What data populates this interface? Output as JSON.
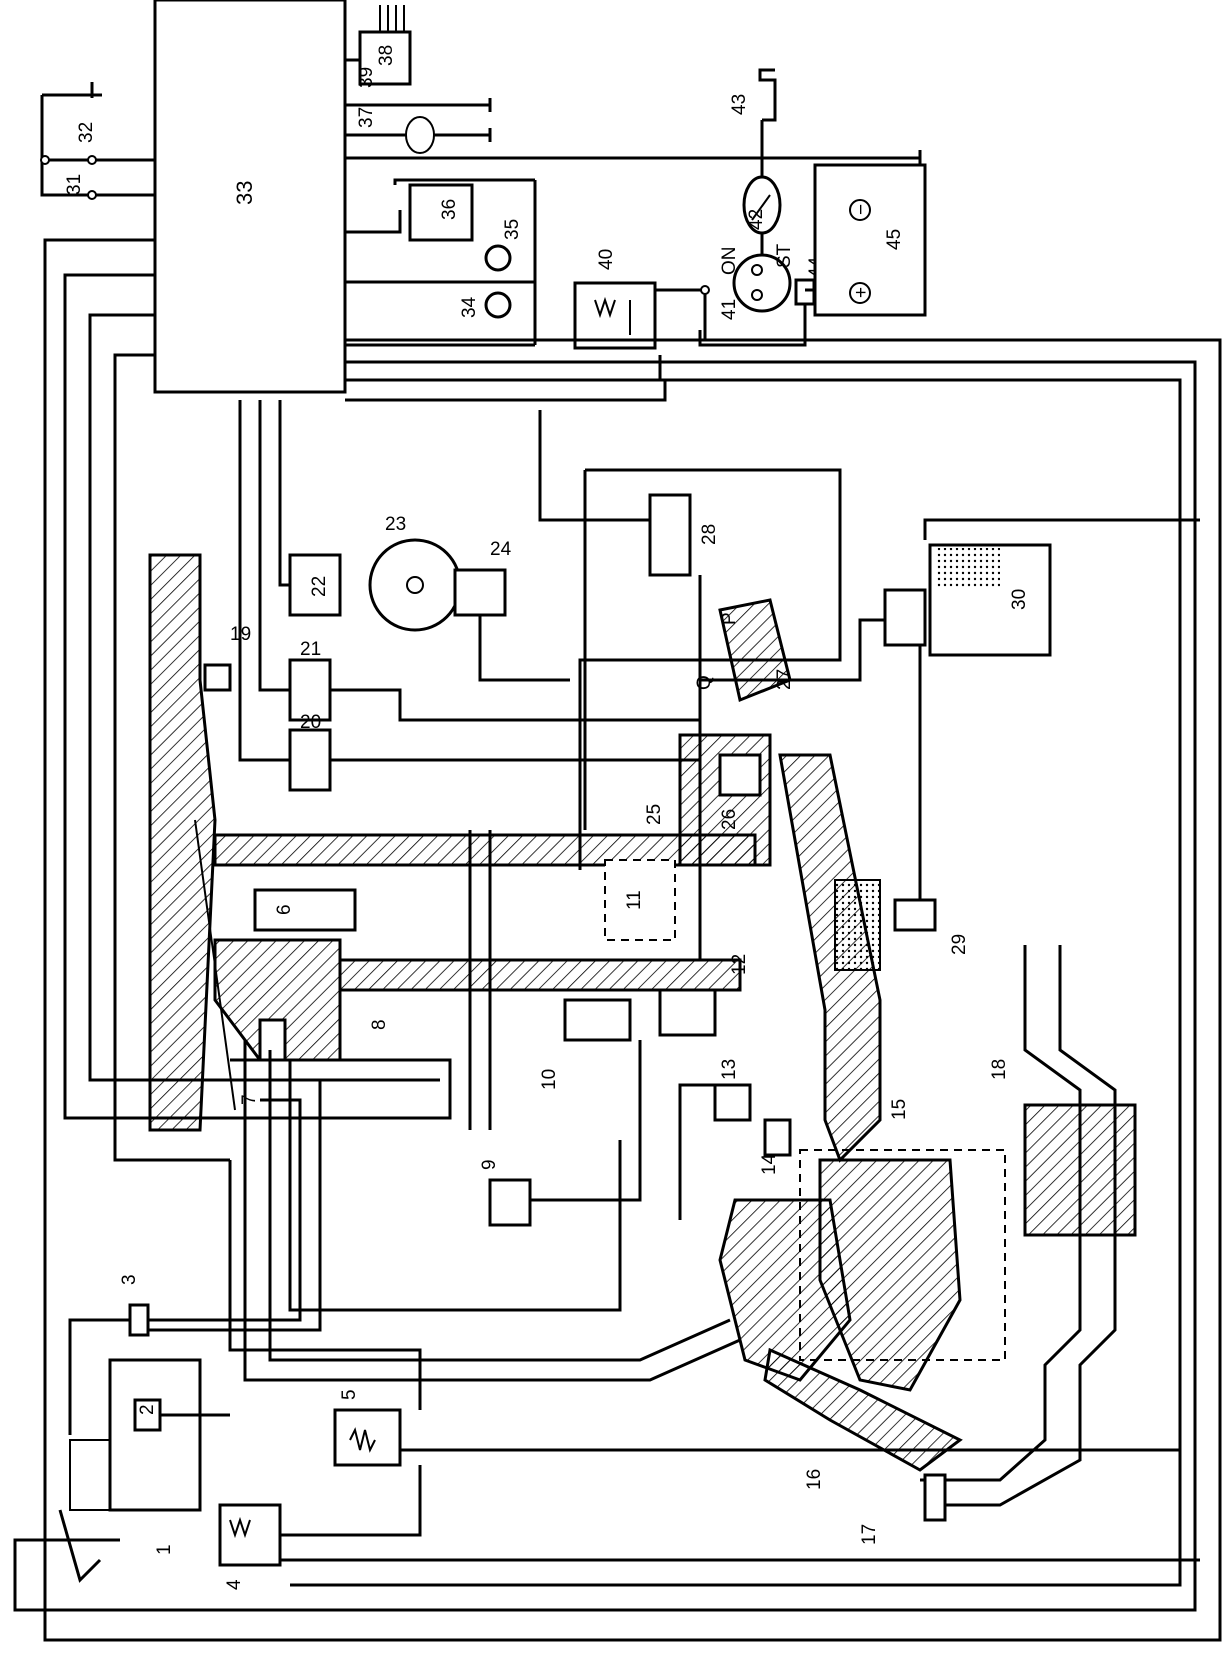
{
  "diagram": {
    "ecu_label": "33",
    "labels": {
      "n1": "1",
      "n2": "2",
      "n3": "3",
      "n4": "4",
      "n5": "5",
      "n6": "6",
      "n7": "7",
      "n8": "8",
      "n9": "9",
      "n10": "10",
      "n11": "11",
      "n12": "12",
      "n13": "13",
      "n14": "14",
      "n15": "15",
      "n16": "16",
      "n17": "17",
      "n18": "18",
      "n19": "19",
      "n20": "20",
      "n21": "21",
      "n22": "22",
      "n23": "23",
      "n24": "24",
      "n25": "25",
      "n26": "26",
      "n27": "27",
      "n28": "28",
      "n29": "29",
      "n30": "30",
      "n31": "31",
      "n32": "32",
      "n34": "34",
      "n35": "35",
      "n36": "36",
      "n37": "37",
      "n38": "38",
      "n39": "39",
      "n40": "40",
      "n41": "41",
      "n42": "42",
      "n43": "43",
      "n44": "44",
      "n45": "45"
    },
    "switch_labels": {
      "on": "ON",
      "st": "ST"
    },
    "port_labels": {
      "p": "P",
      "q": "Q"
    },
    "battery_signs": {
      "minus": "−",
      "plus": "+"
    }
  }
}
